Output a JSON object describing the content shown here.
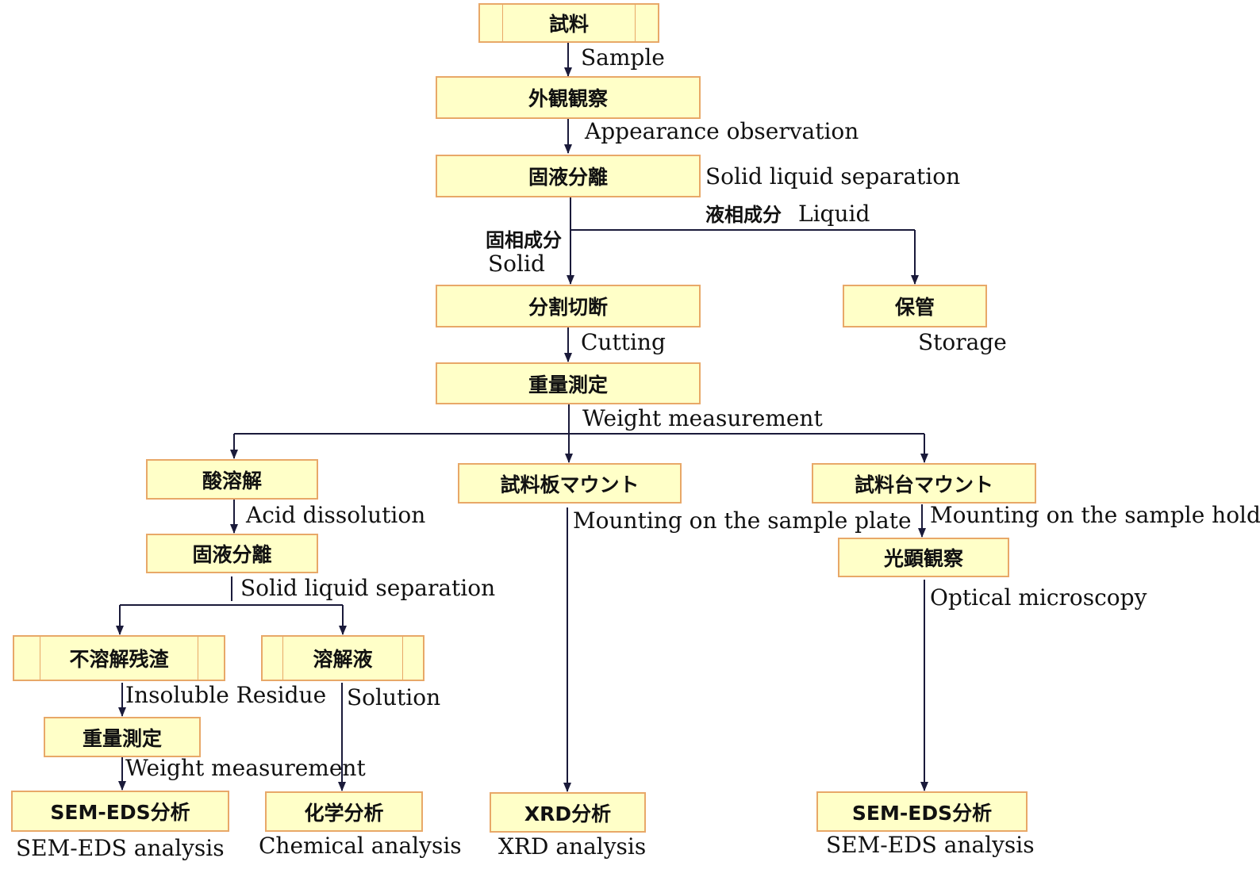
{
  "nodes": {
    "sample": "試料",
    "appearance": "外観観察",
    "separation1": "固液分離",
    "cutting": "分割切断",
    "storage": "保管",
    "weight1": "重量測定",
    "acid": "酸溶解",
    "plate_mount": "試料板マウント",
    "holder_mount": "試料台マウント",
    "separation2": "固液分離",
    "optical": "光顕観察",
    "residue": "不溶解残渣",
    "solution": "溶解液",
    "weight2": "重量測定",
    "sem_eds1": "SEM-EDS分析",
    "chemical": "化学分析",
    "xrd": "XRD分析",
    "sem_eds2": "SEM-EDS分析"
  },
  "captions": {
    "sample": "Sample",
    "appearance": "Appearance observation",
    "separation1": "Solid liquid separation",
    "liquid_jp": "液相成分",
    "liquid_en": "Liquid",
    "solid_jp": "固相成分",
    "solid_en": "Solid",
    "cutting": "Cutting",
    "storage": "Storage",
    "weight1": "Weight measurement",
    "acid": "Acid dissolution",
    "plate_mount": "Mounting on the sample plate",
    "holder_mount": "Mounting on the sample holder",
    "separation2": "Solid liquid separation",
    "optical": "Optical microscopy",
    "residue": "Insoluble Residue",
    "solution": "Solution",
    "weight2": "Weight measurement",
    "sem_eds1": "SEM-EDS analysis",
    "chemical": "Chemical analysis",
    "xrd": "XRD analysis",
    "sem_eds2": "SEM-EDS analysis"
  },
  "colors": {
    "box_fill": "#ffffc8",
    "box_border": "#e8a868",
    "connector": "#1a1a3a"
  }
}
